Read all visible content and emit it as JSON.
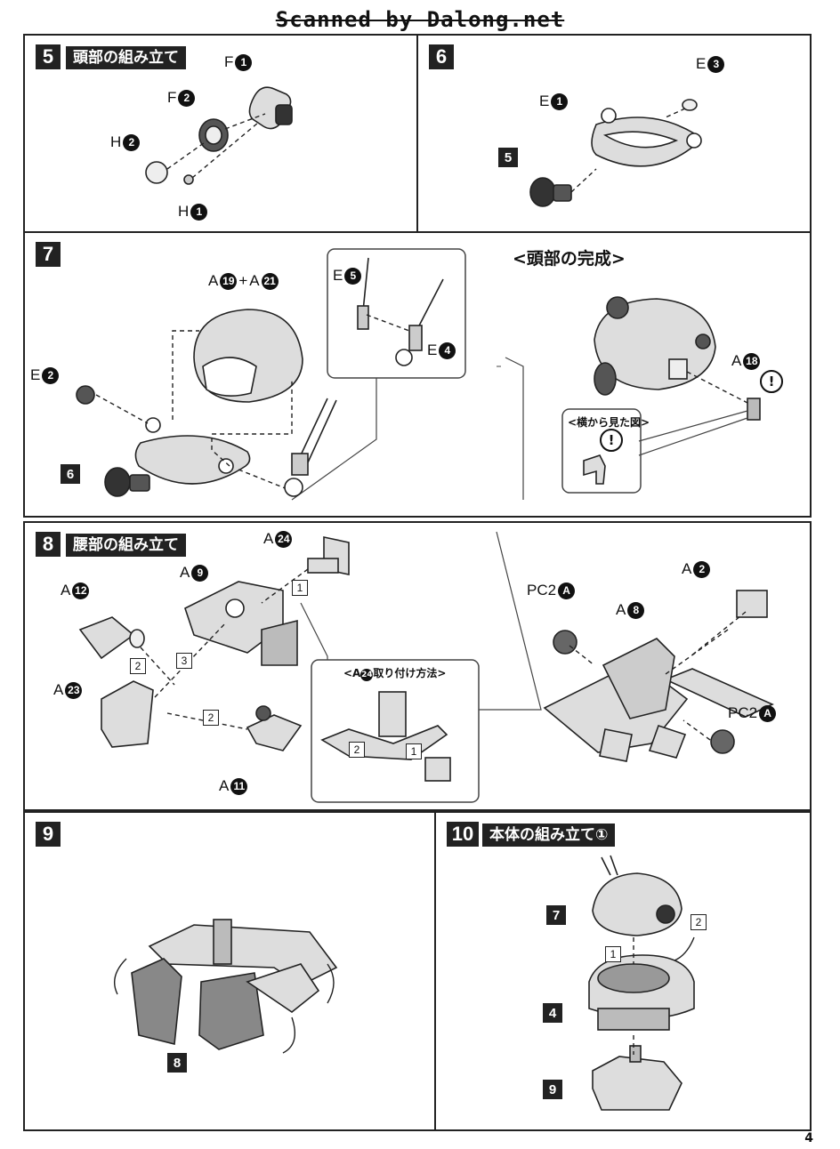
{
  "header": {
    "scan_credit": "Scanned by Dalong.net"
  },
  "steps": {
    "s5": {
      "num": "5",
      "title": "頭部の組み立て",
      "parts": {
        "f1": "F",
        "f1n": "1",
        "f2": "F",
        "f2n": "2",
        "h2": "H",
        "h2n": "2",
        "h1": "H",
        "h1n": "1"
      }
    },
    "s6": {
      "num": "6",
      "parts": {
        "e1": "E",
        "e1n": "1",
        "e3": "E",
        "e3n": "3",
        "sub5": "5"
      }
    },
    "s7": {
      "num": "7",
      "parts": {
        "a19": "A",
        "a19n": "19",
        "plus": "+",
        "a21": "A",
        "a21n": "21",
        "e2": "E",
        "e2n": "2",
        "e5": "E",
        "e5n": "5",
        "e4": "E",
        "e4n": "4",
        "sub6": "6",
        "a18": "A",
        "a18n": "18"
      },
      "complete_title": "<頭部の完成>",
      "side_view_title": "<横から見た図>",
      "warning": "!"
    },
    "s8": {
      "num": "8",
      "title": "腰部の組み立て",
      "parts": {
        "a24": "A",
        "a24n": "24",
        "a9": "A",
        "a9n": "9",
        "a12": "A",
        "a12n": "12",
        "a23": "A",
        "a23n": "23",
        "a11": "A",
        "a11n": "11",
        "a2": "A",
        "a2n": "2",
        "a8": "A",
        "a8n": "8",
        "pc2a": "PC2",
        "pc2an": "A",
        "pc2b": "PC2",
        "pc2bn": "A"
      },
      "order": {
        "o1": "1",
        "o2": "2",
        "o3": "3",
        "o2b": "2",
        "i1": "1",
        "i2": "2"
      },
      "inset_title_pre": "<A",
      "inset_title_num": "24",
      "inset_title_post": "取り付け方法>"
    },
    "s9": {
      "num": "9",
      "parts": {
        "sub8": "8"
      }
    },
    "s10": {
      "num": "10",
      "title": "本体の組み立て①",
      "parts": {
        "sub7": "7",
        "sub4": "4",
        "sub9": "9"
      },
      "order": {
        "o1": "1",
        "o2": "2"
      }
    }
  },
  "footer": {
    "page": "4"
  }
}
